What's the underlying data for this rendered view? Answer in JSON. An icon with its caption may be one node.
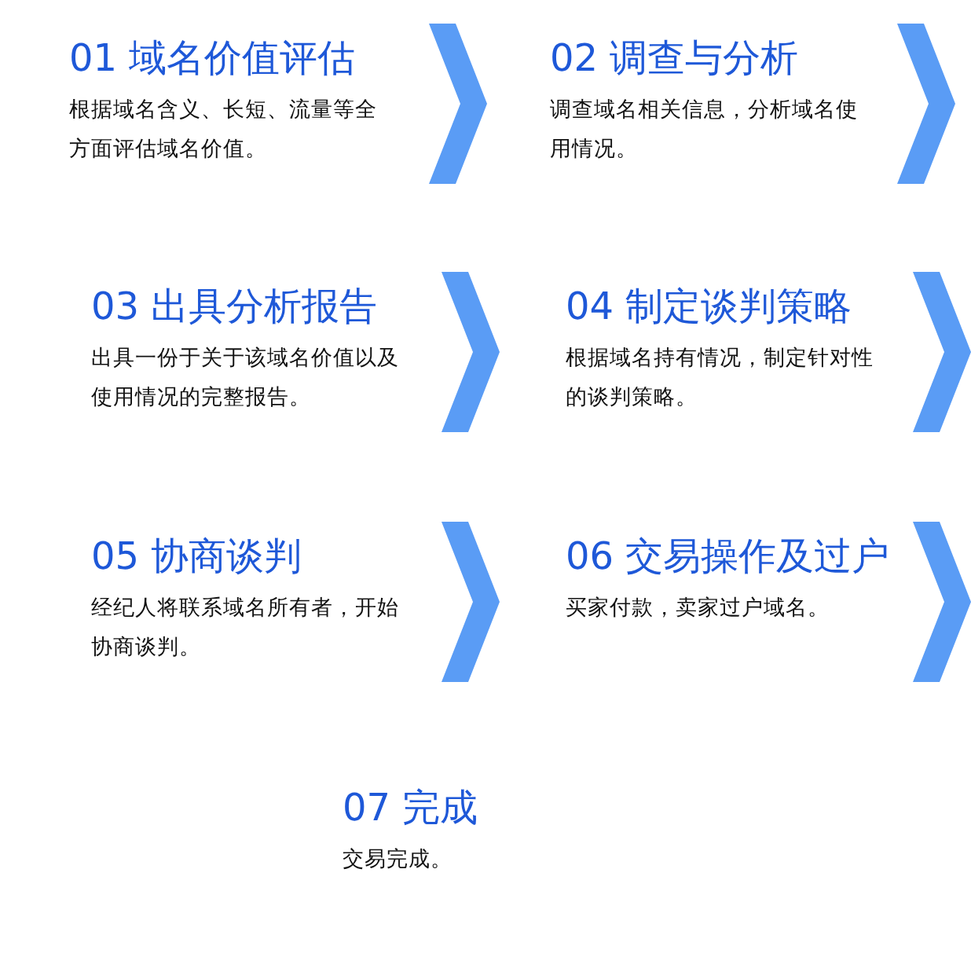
{
  "diagram": {
    "nodes": [
      {
        "text": [
          "01 域名价值评估",
          "根据域名含义、长短、流量等全方面评估域名价值。"
        ]
      },
      {
        "text": [
          "02 调查与分析",
          "调查域名相关信息，分析域名使用情况。"
        ]
      },
      {
        "text": [
          "03 出具分析报告",
          "出具一份于关于该域名价值以及使用情况的完整报告。"
        ]
      },
      {
        "text": [
          "04 制定谈判策略",
          "根据域名持有情况，制定针对性的谈判策略。"
        ]
      },
      {
        "text": [
          "05 协商谈判",
          "经纪人将联系域名所有者，开始协商谈判。"
        ]
      },
      {
        "text": [
          "06 交易操作及过户",
          "买家付款，卖家过户域名。"
        ]
      },
      {
        "text": [
          "07 完成",
          "交易完成。"
        ]
      }
    ],
    "edges": [
      {
        "from": 0,
        "to": 1,
        "arrow": "to"
      },
      {
        "from": 1,
        "to": null,
        "arrow": "to"
      },
      {
        "from": 2,
        "to": 3,
        "arrow": "to"
      },
      {
        "from": 3,
        "to": null,
        "arrow": "to"
      },
      {
        "from": 4,
        "to": 5,
        "arrow": "to"
      },
      {
        "from": 5,
        "to": null,
        "arrow": "to"
      }
    ]
  }
}
